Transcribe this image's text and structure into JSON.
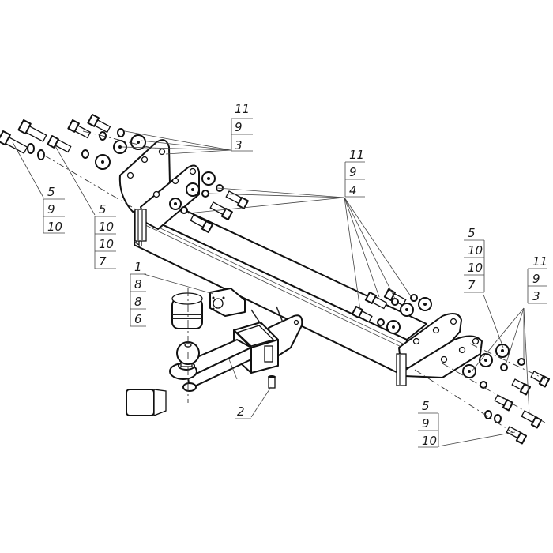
{
  "diagram": {
    "title": "Tow hitch assembly exploded view",
    "line_color": "#111111",
    "background": "#ffffff",
    "callouts": [
      {
        "id": "callout-top-left-bracket",
        "numbers": [
          "11",
          "9",
          "3"
        ]
      },
      {
        "id": "callout-far-left",
        "numbers": [
          "5",
          "9",
          "10"
        ]
      },
      {
        "id": "callout-left-mid",
        "numbers": [
          "5",
          "10",
          "10",
          "7"
        ]
      },
      {
        "id": "callout-center-bolts",
        "numbers": [
          "11",
          "9",
          "4"
        ]
      },
      {
        "id": "callout-ball-mount",
        "numbers": [
          "1",
          "8",
          "8",
          "6"
        ]
      },
      {
        "id": "callout-pin",
        "numbers": [
          "2"
        ]
      },
      {
        "id": "callout-right-mid",
        "numbers": [
          "5",
          "10",
          "10",
          "7"
        ]
      },
      {
        "id": "callout-right-bracket",
        "numbers": [
          "11",
          "9",
          "3"
        ]
      },
      {
        "id": "callout-bottom-right",
        "numbers": [
          "5",
          "9",
          "10"
        ]
      }
    ],
    "parts": [
      "main-crossbeam",
      "left-mounting-bracket",
      "right-mounting-bracket",
      "receiver-tube",
      "tow-ball-mount",
      "tow-ball",
      "ball-cover-cap",
      "receiver-cap",
      "electrical-socket-plate",
      "retaining-pin",
      "bolts",
      "washers",
      "nuts"
    ]
  }
}
